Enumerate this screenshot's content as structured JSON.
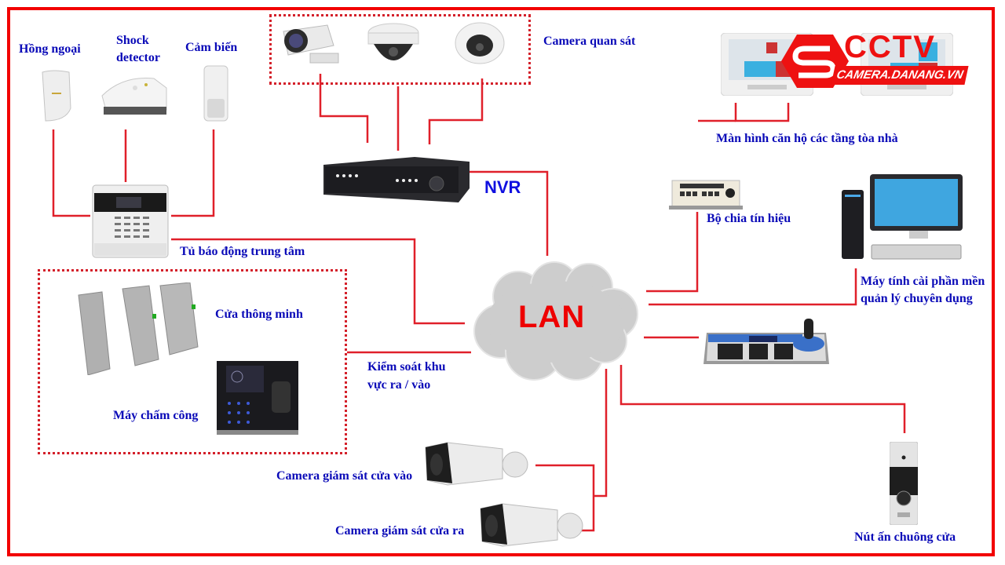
{
  "title": "Sơ đồ hệ thống an ninh tòa nhà",
  "logo": {
    "brand": "CCTV",
    "url": "CAMERA.DANANG.VN"
  },
  "hub": {
    "label": "LAN"
  },
  "recorder": {
    "label": "NVR"
  },
  "colors": {
    "wire": "#e0202a",
    "frame": "#f20000",
    "label": "#0a0ab8",
    "cloud": "#cfcfcf",
    "lan_text": "#ee0000"
  },
  "nodes": {
    "infrared": "Hồng ngoại",
    "shock_line1": "Shock",
    "shock_line2": "detector",
    "sensor": "Cảm biến",
    "surveillance_camera": "Camera quan sát",
    "alarm_panel": "Tủ báo động trung tâm",
    "smart_gate": "Cửa thông minh",
    "time_attendance": "Máy chấm công",
    "access_control_line1": "Kiểm soát khu",
    "access_control_line2": "vực ra / vào",
    "apartment_screens": "Màn hình căn hộ các tầng tòa nhà",
    "signal_splitter": "Bộ chia tín hiệu",
    "pc_line1": "Máy tính cài phần mền",
    "pc_line2": "quản lý chuyên dụng",
    "camera_entry": "Camera giám sát cửa vào",
    "camera_exit": "Camera giám sát cửa ra",
    "doorbell": "Nút ấn chuông cửa"
  }
}
